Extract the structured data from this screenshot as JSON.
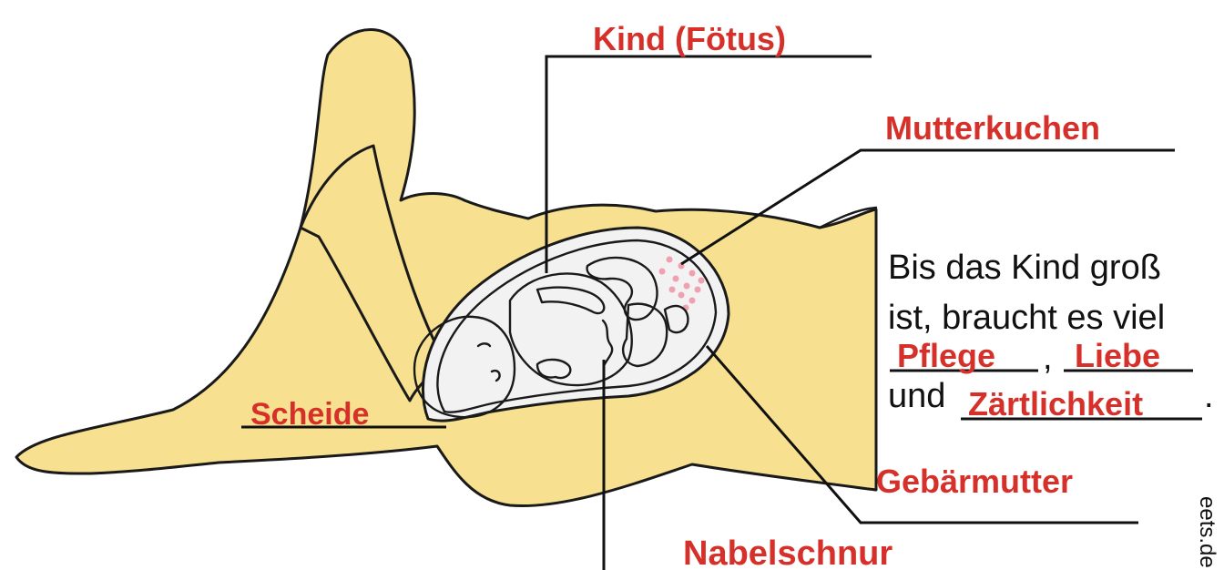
{
  "labels": {
    "kind": "Kind (Fötus)",
    "mutterkuchen": "Mutterkuchen",
    "scheide": "Scheide",
    "gebaermutter": "Gebärmutter",
    "nabelschnur": "Nabelschnur"
  },
  "text": {
    "line1": "Bis das Kind groß",
    "line2": "ist, braucht es viel",
    "comma": ",",
    "und": "und",
    "period": "."
  },
  "answers": {
    "pflege": "Pflege",
    "liebe": "Liebe",
    "zaertlichkeit": "Zärtlichkeit"
  },
  "credit": "eets.de",
  "colors": {
    "skin": "#f7e08f",
    "fetus": "#f6c592",
    "amniotic": "#8ea6dd",
    "placenta_dots": "#f0a0b0",
    "answer_red": "#d6302a"
  }
}
